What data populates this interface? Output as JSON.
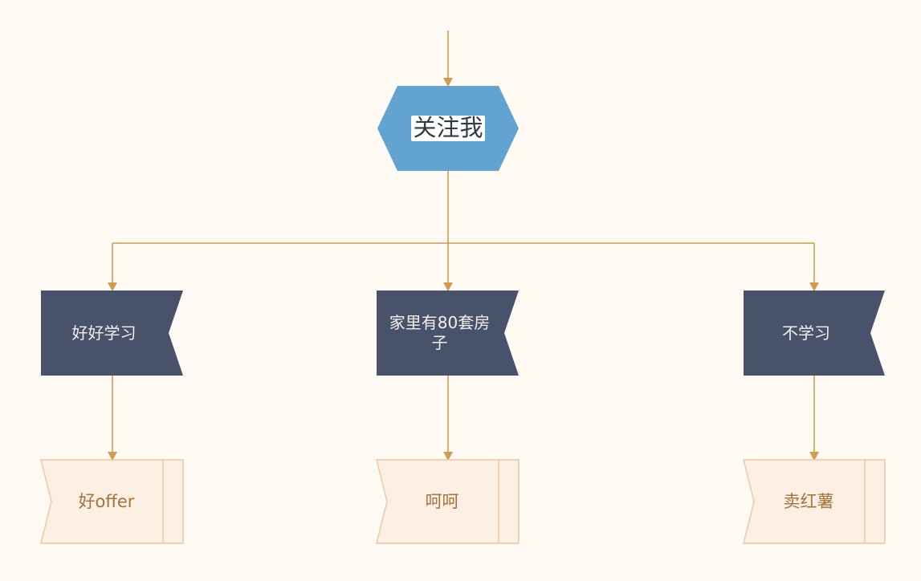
{
  "root": {
    "label": "关注我"
  },
  "branches": [
    {
      "label": "好好学习",
      "leaf": "好offer"
    },
    {
      "label": "家里有80套房子",
      "leaf": "呵呵"
    },
    {
      "label": "不学习",
      "leaf": "卖红薯"
    }
  ],
  "colors": {
    "background": "#fffaf4",
    "connector": "#d39a4c",
    "root_fill": "#62a3d1",
    "branch_fill": "#49526b",
    "leaf_fill": "#fcefe3",
    "leaf_stroke": "#efc59e",
    "leaf_text": "#a7723a"
  }
}
